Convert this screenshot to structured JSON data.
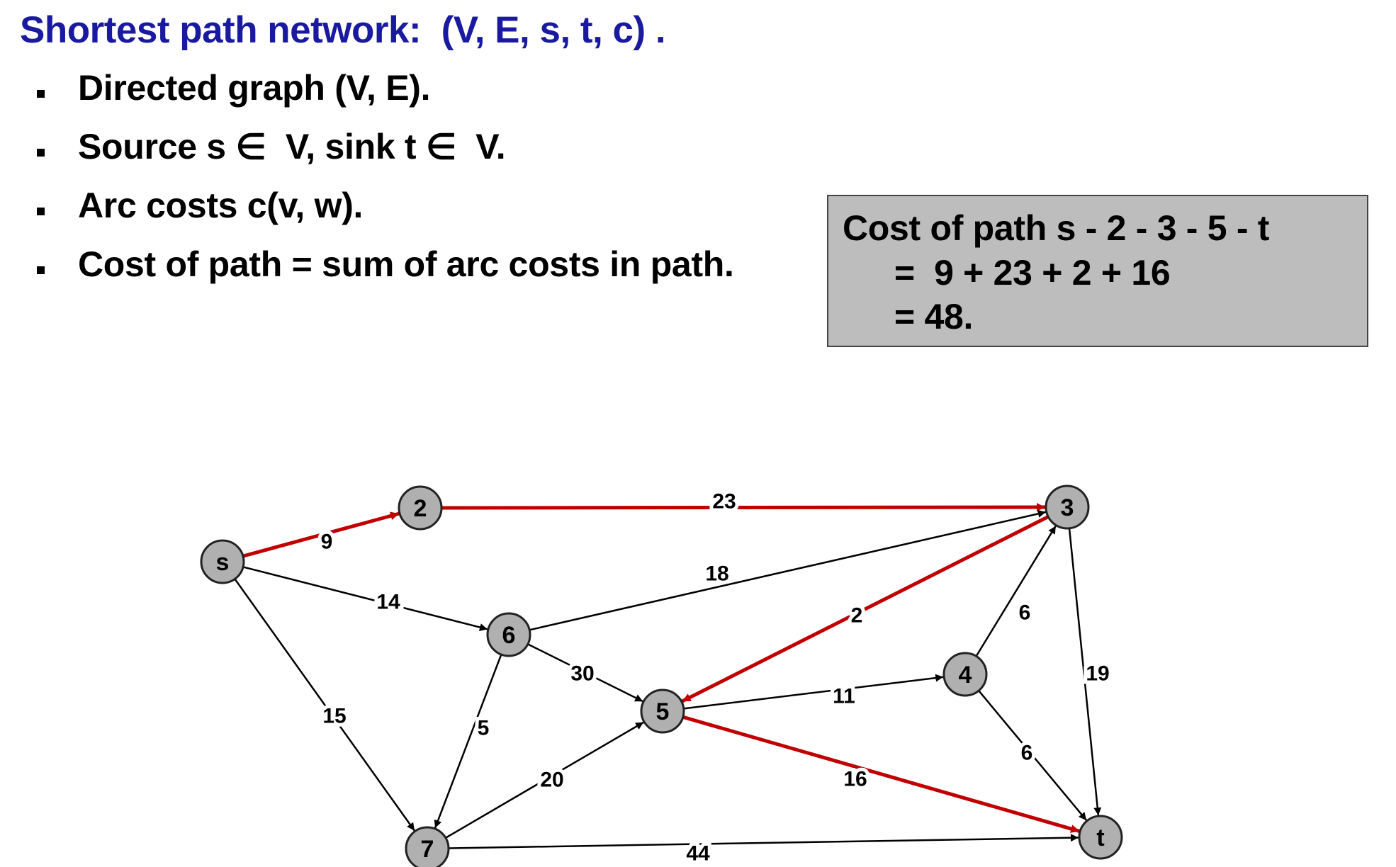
{
  "title": "Shortest path network:  (V, E, s, t, c) .",
  "bullets": [
    "Directed graph (V, E).",
    "Source s ∈  V, sink t ∈  V.",
    "Arc costs c(v, w).",
    "Cost of path = sum of arc costs in path."
  ],
  "cost_box": {
    "line1": "Cost of path s - 2 - 3 - 5 - t",
    "line2": "=  9 + 23 + 2 + 16",
    "line3": "= 48."
  },
  "colors": {
    "title": "#1a1aa0",
    "path_edge": "#c00000",
    "normal_edge": "#000000",
    "node_fill": "#b0b0b0",
    "box_fill": "#bdbdbd"
  },
  "graph": {
    "nodes": [
      {
        "id": "s",
        "label": "s"
      },
      {
        "id": "2",
        "label": "2"
      },
      {
        "id": "3",
        "label": "3"
      },
      {
        "id": "4",
        "label": "4"
      },
      {
        "id": "5",
        "label": "5"
      },
      {
        "id": "6",
        "label": "6"
      },
      {
        "id": "7",
        "label": "7"
      },
      {
        "id": "t",
        "label": "t"
      }
    ],
    "edges": [
      {
        "from": "s",
        "to": "2",
        "cost": "9",
        "highlighted": true
      },
      {
        "from": "2",
        "to": "3",
        "cost": "23",
        "highlighted": true
      },
      {
        "from": "3",
        "to": "5",
        "cost": "2",
        "highlighted": true
      },
      {
        "from": "5",
        "to": "t",
        "cost": "16",
        "highlighted": true
      },
      {
        "from": "s",
        "to": "6",
        "cost": "14",
        "highlighted": false
      },
      {
        "from": "s",
        "to": "7",
        "cost": "15",
        "highlighted": false
      },
      {
        "from": "6",
        "to": "3",
        "cost": "18",
        "highlighted": false
      },
      {
        "from": "6",
        "to": "5",
        "cost": "30",
        "highlighted": false
      },
      {
        "from": "6",
        "to": "7",
        "cost": "5",
        "highlighted": false
      },
      {
        "from": "7",
        "to": "5",
        "cost": "20",
        "highlighted": false
      },
      {
        "from": "7",
        "to": "t",
        "cost": "44",
        "highlighted": false
      },
      {
        "from": "5",
        "to": "4",
        "cost": "11",
        "highlighted": false
      },
      {
        "from": "4",
        "to": "3",
        "cost": "6",
        "highlighted": false
      },
      {
        "from": "4",
        "to": "t",
        "cost": "6",
        "highlighted": false
      },
      {
        "from": "3",
        "to": "t",
        "cost": "19",
        "highlighted": false
      }
    ]
  }
}
